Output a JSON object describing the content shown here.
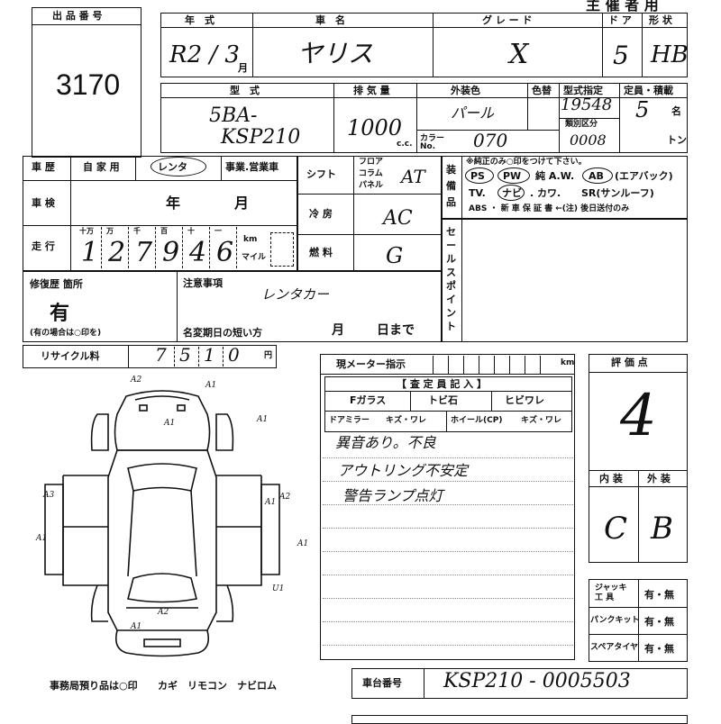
{
  "header": {
    "top_title": "主 催 者 用"
  },
  "lot": {
    "label": "出 品 番 号",
    "number": "3170"
  },
  "car": {
    "year_label": "年　式",
    "year_value": "R2 / 3",
    "month_unit": "月",
    "name_label": "車　名",
    "name_value": "ヤリス",
    "grade_label": "グ レ ー ド",
    "grade_value": "X",
    "door_label": "ド ア",
    "door_value": "5",
    "shape_label": "形 状",
    "shape_value": "HB"
  },
  "specs": {
    "model_label": "型　式",
    "model_value_1": "5BA-",
    "model_value_2": "KSP210",
    "displacement_label": "排 気 量",
    "displacement_value": "1000",
    "displacement_unit": "c.c.",
    "exterior_label": "外装色",
    "exterior_value": "パール",
    "color_no_label": "カラー No.",
    "color_no_value": "070",
    "repaint_label": "色替",
    "type_cert_label": "型式指定",
    "type_cert_value": "19548",
    "class_label": "類別区分",
    "class_value": "0008",
    "capacity_label": "定員・積載",
    "capacity_value": "5",
    "capacity_unit_1": "名",
    "capacity_unit_2": "トン"
  },
  "history": {
    "label": "車 歴",
    "private": "自 家 用",
    "rental": "レンタ",
    "business": "事業.営業車",
    "inspection_label": "車 検",
    "inspection_year": "年",
    "inspection_month": "月",
    "mileage_label": "走 行",
    "mileage_units": [
      "十万",
      "万",
      "千",
      "百",
      "十",
      "一"
    ],
    "mileage_digits": [
      "1",
      "2",
      "7",
      "9",
      "4",
      "6"
    ],
    "mileage_km": "km",
    "mileage_mile": "マイル"
  },
  "shift": {
    "label": "シフト",
    "options": [
      "フロア",
      "コラム",
      "パネル"
    ],
    "value": "AT",
    "ac_label": "冷 房",
    "ac_value": "AC",
    "fuel_label": "燃 料",
    "fuel_value": "G"
  },
  "equipment": {
    "label": "装 備 品",
    "note": "※純正のみ○印をつけて下さい。",
    "row1": [
      "PS",
      "PW",
      "純 A.W.",
      "AB",
      "(エアバック)"
    ],
    "row2": [
      "TV.",
      "ナビ",
      ". カワ.",
      "SR(サンルーフ)"
    ],
    "row3": "ABS ・ 新 車 保 証 書 ←(注) 後日送付のみ"
  },
  "sales_point": {
    "label": "セールスポイント"
  },
  "repair": {
    "label": "修復歴 箇所",
    "value": "有",
    "note": "(有の場合は○印を)",
    "caution_label": "注意事項",
    "caution_value": "レンタカー",
    "name_change_label": "名変期日の短い方",
    "month": "月",
    "day": "日まで"
  },
  "recycle": {
    "label": "リサイクル料",
    "digits": [
      "7",
      "5",
      "1",
      "0"
    ],
    "unit": "円"
  },
  "inspector": {
    "meter_label": "現メーター指示",
    "meter_unit": "km",
    "section_label": "【 査 定 員 記 入 】",
    "row1": [
      "Fガラス",
      "トビ石",
      "ヒビワレ"
    ],
    "row2": [
      "ドアミラー",
      "キズ・ワレ",
      "ホイール(CP)",
      "キズ・ワレ"
    ],
    "notes": [
      "異音あり。不良",
      "アウトリング不安定",
      "警告ランプ点灯"
    ]
  },
  "rating": {
    "label": "評 価 点",
    "value": "4",
    "interior_label": "内 装",
    "interior_value": "C",
    "exterior_label": "外 装",
    "exterior_value": "B"
  },
  "tools": {
    "jack_label": "ジャッキ 工 具",
    "puncture_label": "パンクキット",
    "spare_label": "スペアタイヤ",
    "yes_no": "有・無"
  },
  "chassis": {
    "label": "車台番号",
    "value": "KSP210 - 0005503"
  },
  "footer": {
    "office_note": "事務局預り品は○印",
    "items": "カギ　リモコン　ナビロム"
  },
  "diagram": {
    "marks": [
      "A2",
      "A1",
      "A1",
      "A1",
      "A3",
      "A1",
      "A1",
      "U1",
      "A1",
      "A2",
      "A1",
      "A2"
    ]
  }
}
